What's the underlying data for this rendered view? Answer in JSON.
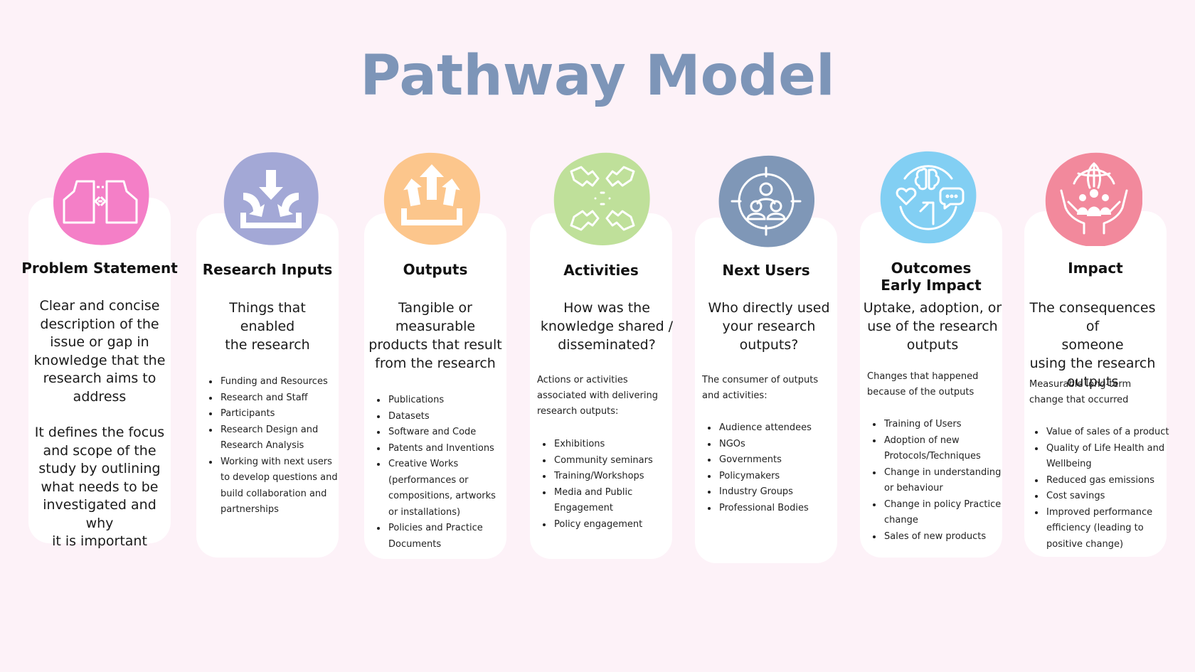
{
  "title": "Pathway Model",
  "colors": {
    "title": "#7d95b8",
    "problem": "#f47fc7",
    "inputs": "#a3a8d6",
    "outputs": "#fcc68c",
    "activities": "#bfe09a",
    "next_users": "#7f97b7",
    "outcomes": "#82cff3",
    "impact": "#f2899c"
  },
  "cards": [
    {
      "heading": "Problem Statement",
      "icon": "gap-bridge-icon",
      "desc": [
        "Clear and concise",
        "description of the",
        "issue or gap in",
        "knowledge that the",
        "research aims to",
        "address",
        "",
        "It defines the focus",
        "and scope of the",
        "study by outlining",
        "what needs to be",
        "investigated and why",
        "it is important"
      ]
    },
    {
      "heading": "Research Inputs",
      "icon": "inbox-download-icon",
      "desc": [
        "Things that",
        "enabled",
        "the research"
      ],
      "items": [
        "Funding and Resources",
        "Research and Staff",
        "Participants",
        "Research Design and Research Analysis",
        "Working with next users to develop questions and build collaboration and partnerships"
      ]
    },
    {
      "heading": "Outputs",
      "icon": "outbox-upload-icon",
      "desc": [
        "Tangible or",
        "measurable",
        "products that result",
        "from the research"
      ],
      "items": [
        "Publications",
        "Datasets",
        "Software and Code",
        "Patents and Inventions",
        "Creative Works (performances or compositions, artworks or installations)",
        "Policies and Practice Documents"
      ]
    },
    {
      "heading": "Activities",
      "icon": "handshake-icon",
      "desc": [
        "How was the",
        "knowledge shared /",
        "disseminated?"
      ],
      "intro": "Actions or activities associated with delivering  research outputs:",
      "items": [
        "Exhibitions",
        "Community seminars",
        "Training/Workshops",
        "Media and Public Engagement",
        "Policy engagement"
      ]
    },
    {
      "heading": "Next Users",
      "icon": "target-audience-icon",
      "desc": [
        "Who directly used",
        "your research",
        "outputs?"
      ],
      "intro": "The consumer of outputs and activities:",
      "items": [
        "Audience attendees",
        "NGOs",
        "Governments",
        "Policymakers",
        "Industry Groups",
        "Professional Bodies"
      ]
    },
    {
      "heading": "Outcomes",
      "heading2": "Early Impact",
      "icon": "brain-heart-chat-icon",
      "desc": [
        "Uptake, adoption, or",
        "use of the research",
        "outputs"
      ],
      "intro": "Changes that happened because of the outputs",
      "items": [
        "Training of Users",
        "Adoption of new Protocols/Techniques",
        "Change in understanding or behaviour",
        "Change in policy Practice change",
        "Sales of new products"
      ]
    },
    {
      "heading": "Impact",
      "icon": "globe-hands-people-icon",
      "desc": [
        "The consequences of",
        "someone",
        "using the research",
        "outputs"
      ],
      "intro": "Measurable long-term  change that occurred",
      "items": [
        "Value of sales of a product",
        "Quality of Life Health and Wellbeing",
        "Reduced gas emissions",
        "Cost savings",
        "Improved performance efficiency (leading to positive change)"
      ]
    }
  ]
}
